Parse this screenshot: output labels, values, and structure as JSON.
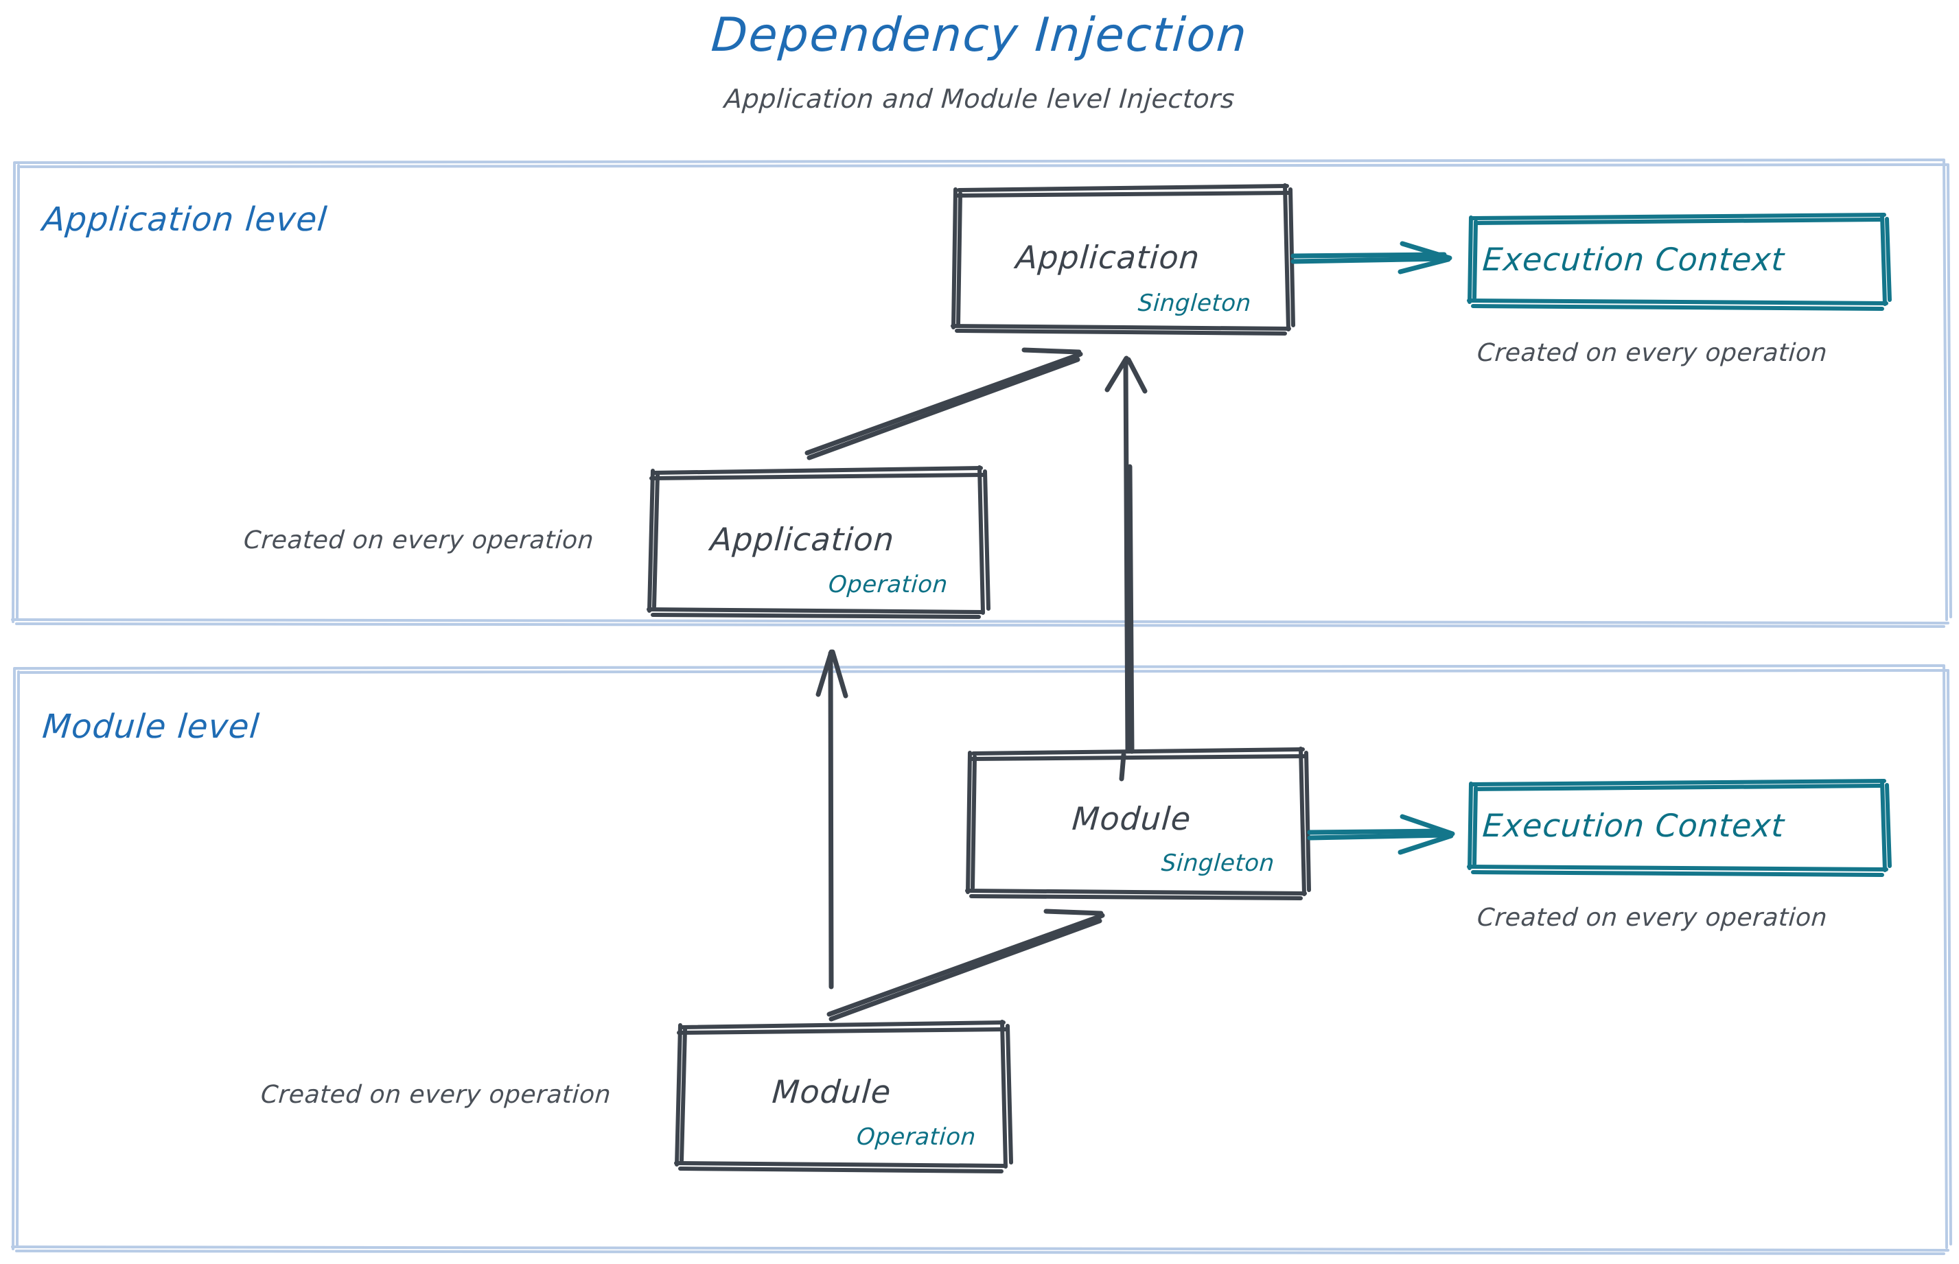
{
  "header": {
    "title": "Dependency Injection",
    "subtitle": "Application and Module level Injectors"
  },
  "colors": {
    "title_blue": "#1f6cb4",
    "zone_label_blue": "#1f6cb4",
    "zone_border_blue": "#b7cbe6",
    "node_stroke_gray": "#3d444d",
    "scope_teal": "#0d7186",
    "context_teal": "#14768b",
    "note_gray": "#4a5058"
  },
  "zones": [
    {
      "id": "application-level",
      "label": "Application level",
      "nodes": [
        {
          "id": "application-singleton",
          "title": "Application",
          "scope": "Singleton"
        },
        {
          "id": "application-operation",
          "title": "Application",
          "scope": "Operation",
          "note": "Created on every operation"
        },
        {
          "id": "application-execution-context",
          "title": "Execution Context",
          "note": "Created on every operation"
        }
      ]
    },
    {
      "id": "module-level",
      "label": "Module level",
      "nodes": [
        {
          "id": "module-singleton",
          "title": "Module",
          "scope": "Singleton"
        },
        {
          "id": "module-operation",
          "title": "Module",
          "scope": "Operation",
          "note": "Created on every operation"
        },
        {
          "id": "module-execution-context",
          "title": "Execution Context",
          "note": "Created on every operation"
        }
      ]
    }
  ],
  "connections": [
    {
      "id": "app-operation-to-app-singleton",
      "from": "application-operation",
      "to": "application-singleton",
      "style": "sketch-gray-double",
      "direction": "up-right"
    },
    {
      "id": "app-singleton-to-app-context",
      "from": "application-singleton",
      "to": "application-execution-context",
      "style": "sketch-teal",
      "direction": "right"
    },
    {
      "id": "module-singleton-to-app-singleton",
      "from": "module-singleton",
      "to": "application-singleton",
      "style": "sketch-gray",
      "direction": "up"
    },
    {
      "id": "module-operation-to-app-operation",
      "from": "module-operation",
      "to": "application-operation",
      "style": "sketch-gray",
      "direction": "up"
    },
    {
      "id": "module-operation-to-module-singleton",
      "from": "module-operation",
      "to": "module-singleton",
      "style": "sketch-gray-double",
      "direction": "up-right"
    },
    {
      "id": "module-singleton-to-module-context",
      "from": "module-singleton",
      "to": "module-execution-context",
      "style": "sketch-teal",
      "direction": "right"
    }
  ]
}
